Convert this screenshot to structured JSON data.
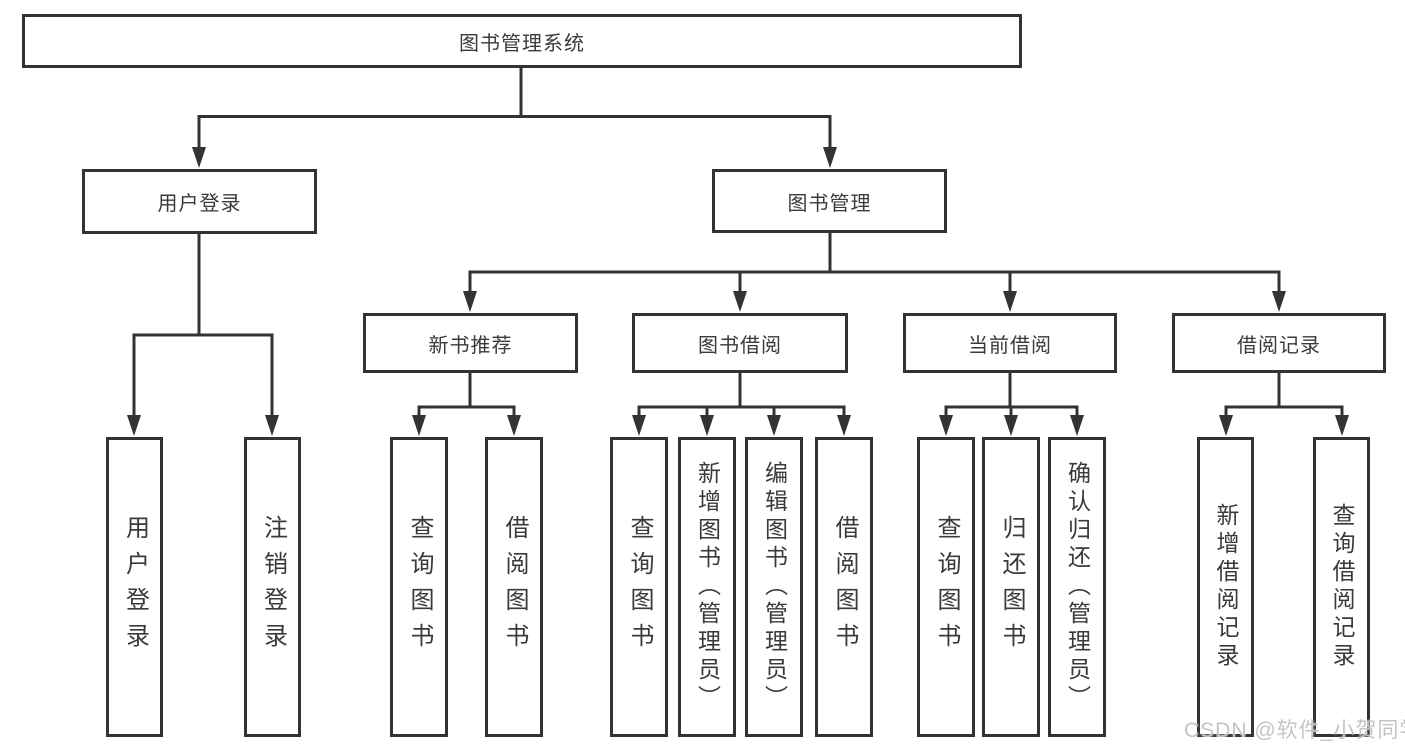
{
  "tree": {
    "root": {
      "label": "图书管理系统"
    },
    "branches": [
      {
        "label": "用户登录",
        "children": [
          "用户登录",
          "注销登录"
        ]
      },
      {
        "label": "图书管理",
        "children": [
          {
            "label": "新书推荐",
            "children": [
              "查询图书",
              "借阅图书"
            ]
          },
          {
            "label": "图书借阅",
            "children": [
              "查询图书",
              "新增图书（管理员）",
              "编辑图书（管理员）",
              "借阅图书"
            ]
          },
          {
            "label": "当前借阅",
            "children": [
              "查询图书",
              "归还图书",
              "确认归还（管理员）"
            ]
          },
          {
            "label": "借阅记录",
            "children": [
              "新增借阅记录",
              "查询借阅记录"
            ]
          }
        ]
      }
    ]
  },
  "watermark": {
    "text": "CSDN @软件_小贺同学"
  },
  "colors": {
    "line": "#333333",
    "box_border": "#333333",
    "text": "#3a3a3a",
    "watermark": "#c4c4c4",
    "background": "#ffffff"
  }
}
